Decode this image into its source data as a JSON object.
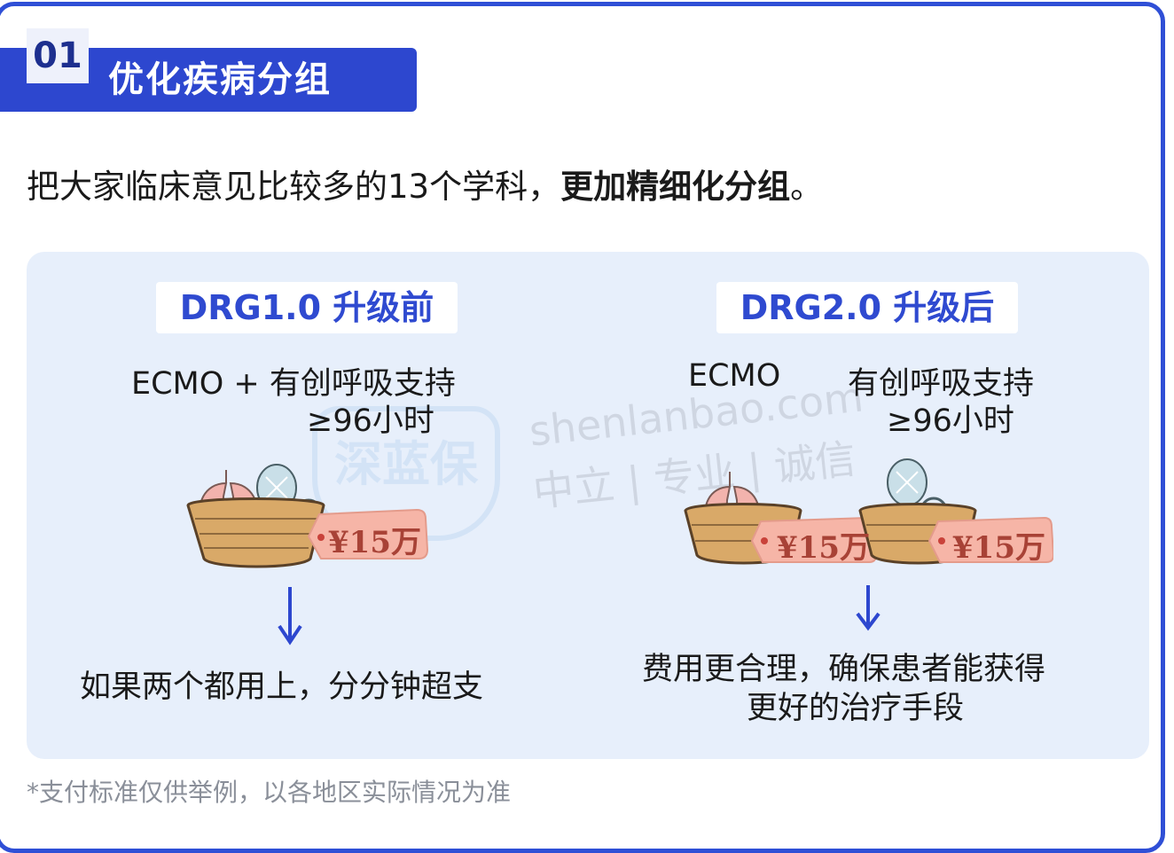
{
  "section": {
    "number": "01",
    "title": "优化疾病分组"
  },
  "intro": {
    "normal": "把大家临床意见比较多的13个学科，",
    "bold": "更加精细化分组",
    "end": "。"
  },
  "before": {
    "tag": "DRG1.0 升级前",
    "line1": "ECMO + 有创呼吸支持",
    "line2": "≥96小时",
    "price": "¥15万",
    "result": "如果两个都用上，分分钟超支"
  },
  "after": {
    "tag": "DRG2.0 升级后",
    "item1": "ECMO",
    "item2_line1": "有创呼吸支持",
    "item2_line2": "≥96小时",
    "price1": "¥15万",
    "price2": "¥15万",
    "result_line1": "费用更合理，确保患者能获得",
    "result_line2": "更好的治疗手段"
  },
  "watermark": {
    "url": "shenlanbao.com",
    "slogan": "中立 | 专业 | 诚信",
    "brand": "深蓝保"
  },
  "footnote": "*支付标准仅供举例，以各地区实际情况为准",
  "colors": {
    "accent": "#2d47cf",
    "panel": "#e7effb",
    "price_tag": "#f6b5a7"
  }
}
